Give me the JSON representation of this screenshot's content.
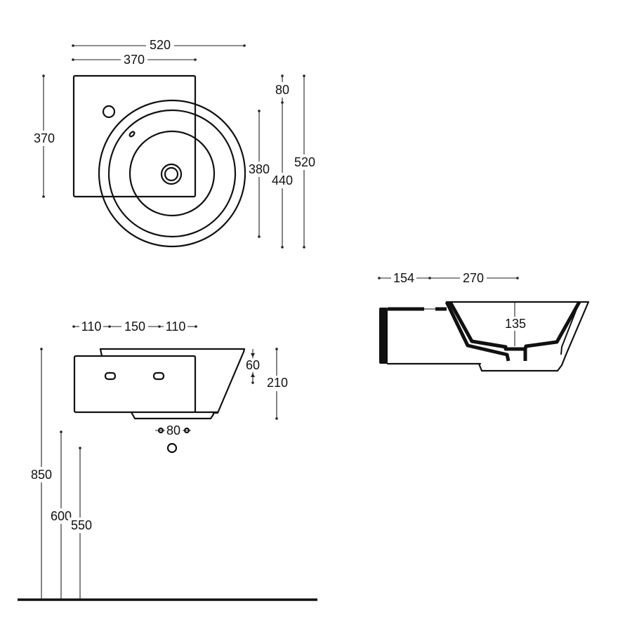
{
  "top_view": {
    "width_total": "520",
    "width_deck": "370",
    "depth_deck": "370",
    "bowl_diameter": "380",
    "offset": "80",
    "depth_bowl": "440",
    "depth_total": "520"
  },
  "front_view": {
    "seg_left": "110",
    "seg_mid": "150",
    "seg_right": "110",
    "rim_height": "60",
    "total_height": "210",
    "bolt_spacing": "80",
    "height_floor_top": "850",
    "height_bolts": "600",
    "height_waste": "550"
  },
  "section_view": {
    "deck_width": "154",
    "bowl_width": "270",
    "bowl_depth": "135"
  }
}
